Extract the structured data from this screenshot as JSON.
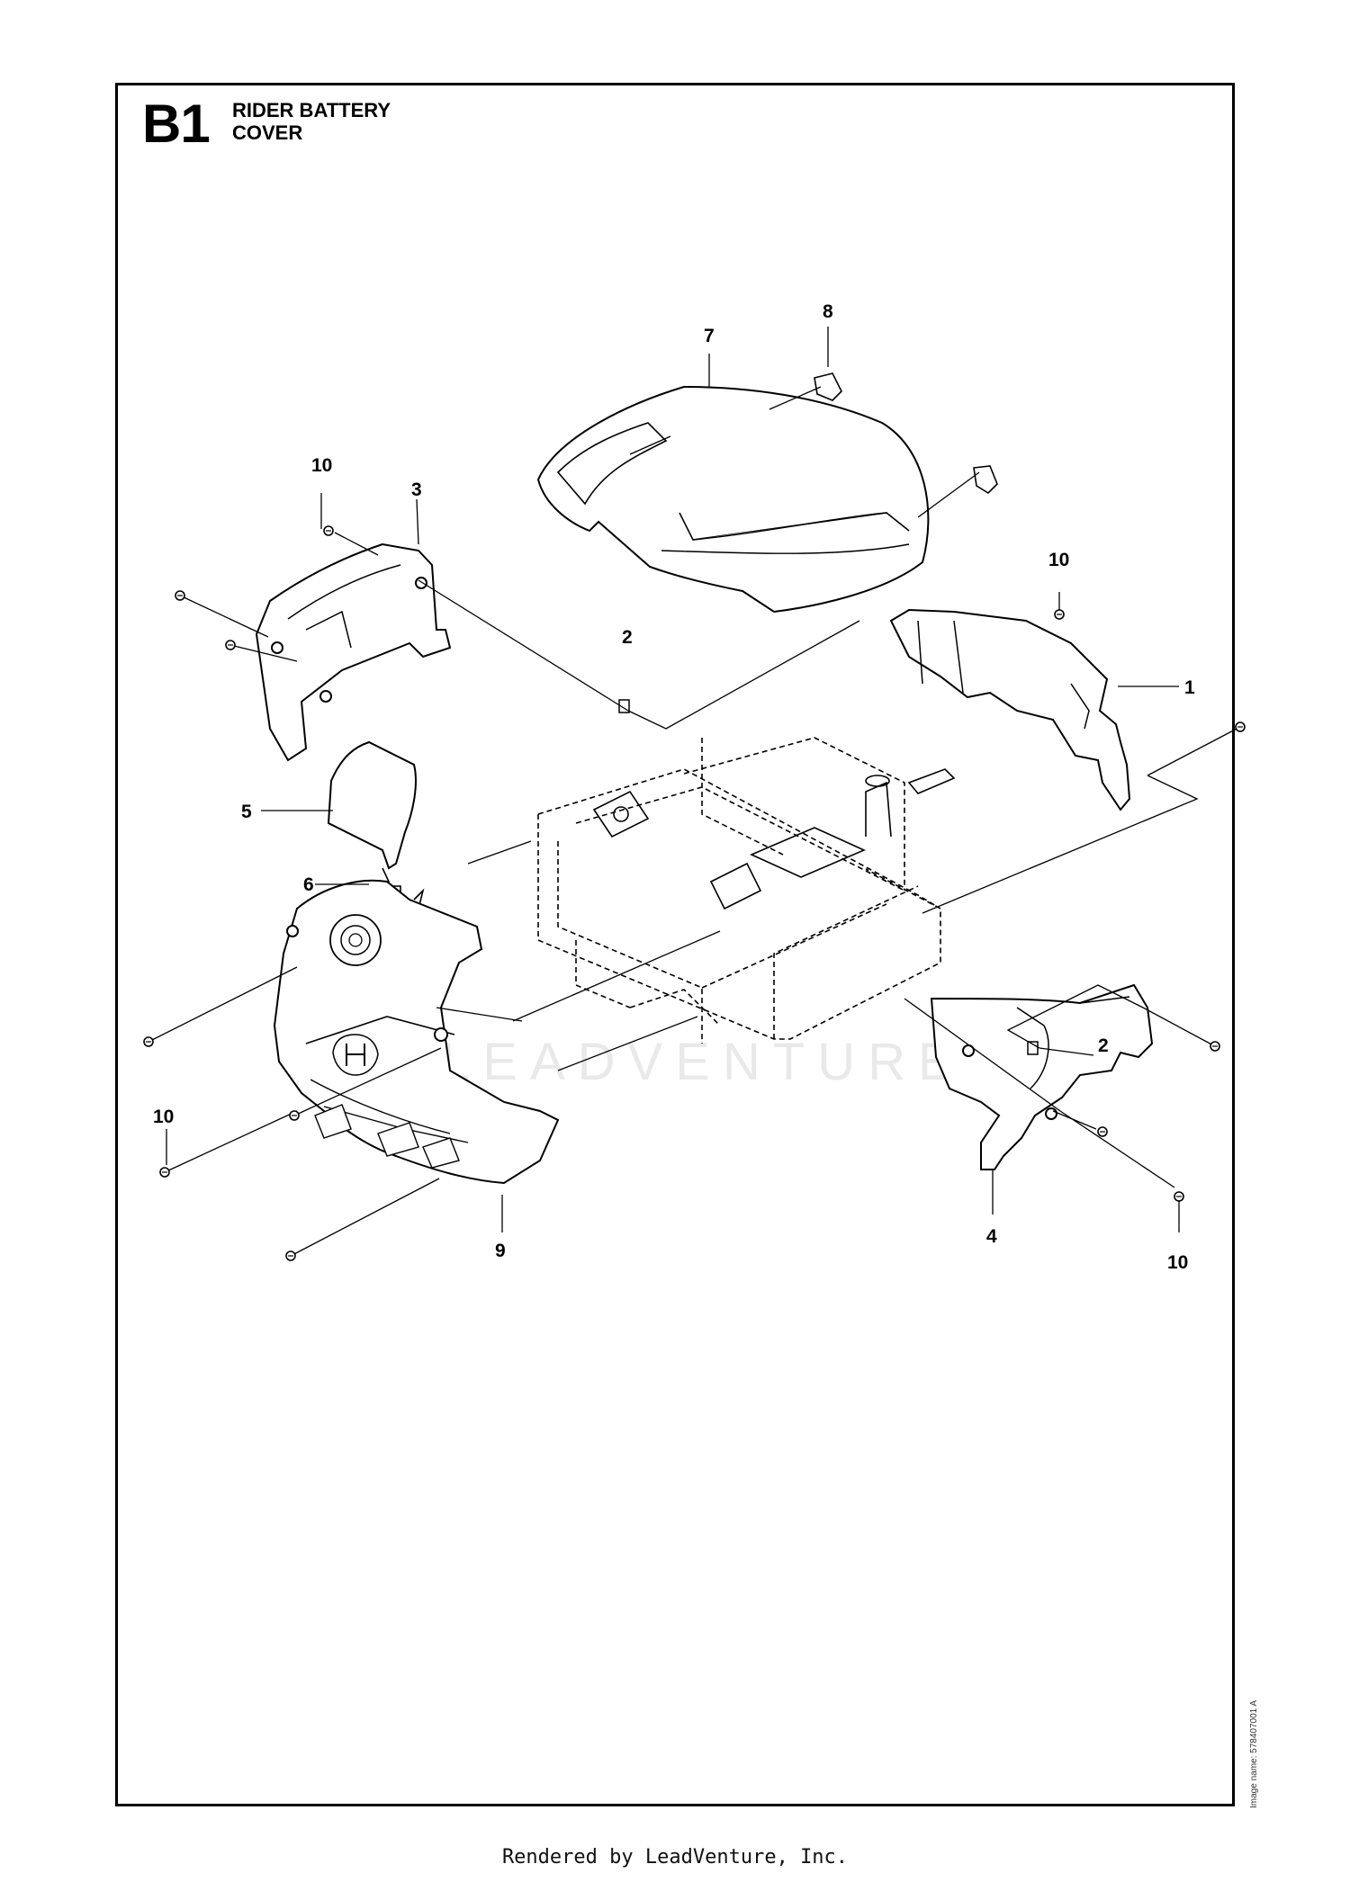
{
  "header": {
    "section_code": "B1",
    "title_line1": "RIDER BATTERY",
    "title_line2": "COVER"
  },
  "callouts": [
    {
      "id": "callout-1",
      "label": "1"
    },
    {
      "id": "callout-2-upper",
      "label": "2"
    },
    {
      "id": "callout-2-lower",
      "label": "2"
    },
    {
      "id": "callout-3",
      "label": "3"
    },
    {
      "id": "callout-4",
      "label": "4"
    },
    {
      "id": "callout-5",
      "label": "5"
    },
    {
      "id": "callout-6",
      "label": "6"
    },
    {
      "id": "callout-7",
      "label": "7"
    },
    {
      "id": "callout-8",
      "label": "8"
    },
    {
      "id": "callout-9",
      "label": "9"
    },
    {
      "id": "callout-10-top-left",
      "label": "10"
    },
    {
      "id": "callout-10-top-right",
      "label": "10"
    },
    {
      "id": "callout-10-bottom-left",
      "label": "10"
    },
    {
      "id": "callout-10-bottom-right",
      "label": "10"
    }
  ],
  "watermark": "LEADVENTURE",
  "image_name": "Image name: 578407001 A",
  "footer": "Rendered by LeadVenture, Inc."
}
